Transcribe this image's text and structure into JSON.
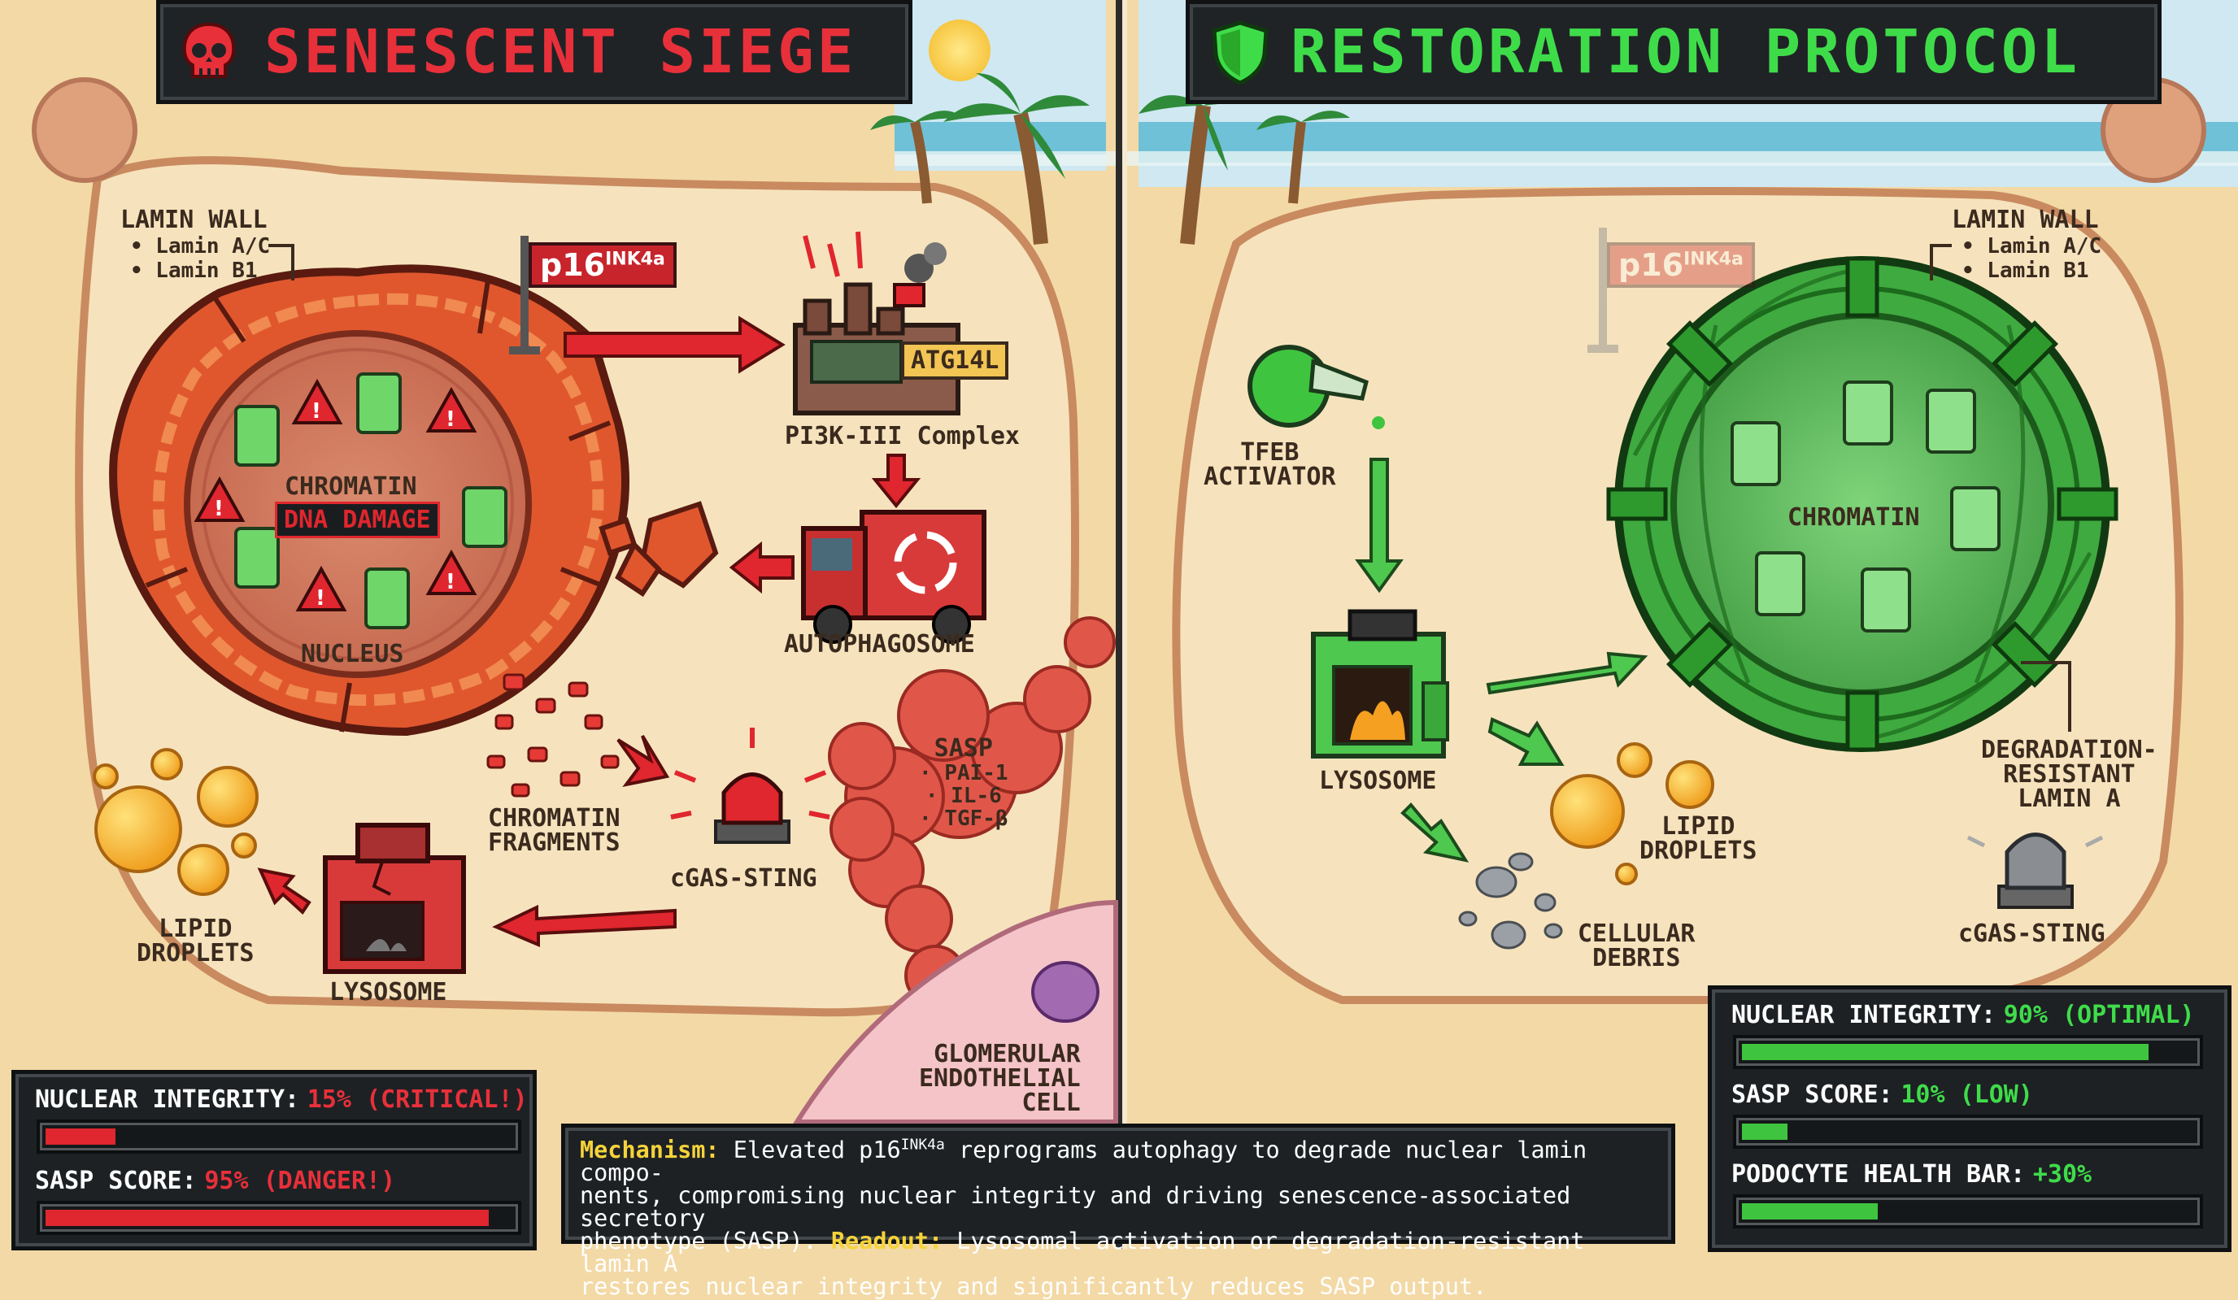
{
  "left": {
    "title": "SENESCENT SIEGE",
    "lamin_wall": {
      "title": "LAMIN WALL",
      "items": [
        "• Lamin A/C",
        "• Lamin B1"
      ]
    },
    "flag": {
      "main": "p16",
      "sup": "INK4a"
    },
    "nucleus_labels": {
      "chromatin": "CHROMATIN",
      "damage": "DNA DAMAGE",
      "nucleus": "NUCLEUS"
    },
    "atg_tag": "ATG14L",
    "pi3k": "PI3K-III Complex",
    "autophagosome": "AUTOPHAGOSOME",
    "chromatin_fragments": [
      "CHROMATIN",
      "FRAGMENTS"
    ],
    "cgas": "cGAS-STING",
    "sasp": {
      "title": "SASP",
      "items": [
        "· PAI-1",
        "· IL-6",
        "· TGF-β"
      ]
    },
    "lipid": [
      "LIPID",
      "DROPLETS"
    ],
    "lysosome": "LYSOSOME",
    "glomerular": [
      "GLOMERULAR",
      "ENDOTHELIAL",
      "CELL"
    ],
    "metrics": [
      {
        "label": "NUCLEAR INTEGRITY:",
        "value": "15% (CRITICAL!)",
        "level": 0.15
      },
      {
        "label": "SASP SCORE:",
        "value": "95% (DANGER!)",
        "level": 0.95
      }
    ]
  },
  "right": {
    "title": "RESTORATION PROTOCOL",
    "lamin_wall": {
      "title": "LAMIN WALL",
      "items": [
        "• Lamin A/C",
        "• Lamin B1"
      ]
    },
    "flag": {
      "main": "p16",
      "sup": "INK4a"
    },
    "tfeb": [
      "TFEB",
      "ACTIVATOR"
    ],
    "chromatin": "CHROMATIN",
    "lysosome": "LYSOSOME",
    "lipid": [
      "LIPID",
      "DROPLETS"
    ],
    "debris": [
      "CELLULAR",
      "DEBRIS"
    ],
    "degradation": [
      "DEGRADATION-",
      "RESISTANT",
      "LAMIN A"
    ],
    "cgas": "cGAS-STING",
    "metrics": [
      {
        "label": "NUCLEAR INTEGRITY:",
        "value": "90% (OPTIMAL)",
        "level": 0.9
      },
      {
        "label": "SASP SCORE:",
        "value": "10% (LOW)",
        "level": 0.1
      },
      {
        "label": "PODOCYTE HEALTH BAR:",
        "value": "+30%",
        "level": 0.3
      }
    ]
  },
  "mechanism": {
    "k1": "Mechanism:",
    "t1a": " Elevated p16",
    "t1sup": "INK4a",
    "t1b": " reprograms autophagy to degrade nuclear lamin compo-",
    "l2": "nents, compromising nuclear integrity and driving senescence-associated secretory",
    "l3a": "phenotype (SASP). ",
    "k2": "Readout:",
    "l3b": " Lysosomal activation or degradation-resistant lamin A",
    "l4": "restores nuclear integrity and significantly reduces SASP output."
  },
  "colors": {
    "danger": "#e8303a",
    "good": "#3fdc4a",
    "accent_yellow": "#f5d33a"
  }
}
